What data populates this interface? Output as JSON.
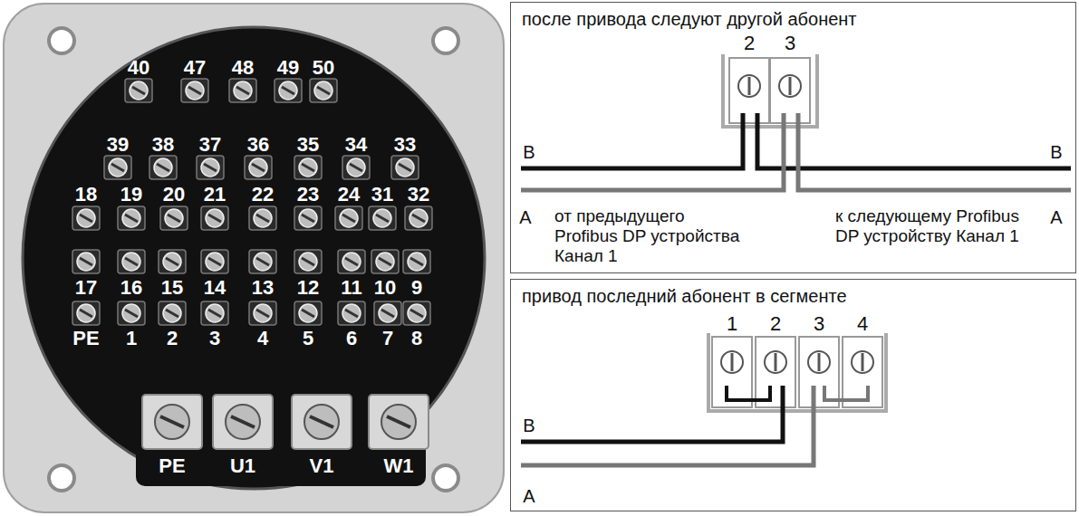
{
  "diagram": {
    "nodes": [
      {
        "text": [
          "после привода следуют другой абонент"
        ]
      },
      {
        "text": [
          "привод последний абонент в сегменте"
        ]
      }
    ],
    "labels": [
      "40",
      "47",
      "48",
      "49",
      "50",
      "39",
      "38",
      "37",
      "36",
      "35",
      "34",
      "33",
      "18",
      "19",
      "20",
      "21",
      "22",
      "23",
      "24",
      "31",
      "32",
      "17",
      "16",
      "15",
      "14",
      "13",
      "12",
      "11",
      "10",
      "9",
      "PE",
      "1",
      "2",
      "3",
      "4",
      "5",
      "6",
      "7",
      "8",
      "PE",
      "U1",
      "V1",
      "W1",
      "2",
      "3",
      "B",
      "B",
      "A",
      "от предыдущего Profibus DP устройства Канал 1",
      "к следующему Profibus DP устройству Канал 1",
      "A",
      "1",
      "2",
      "3",
      "4",
      "B",
      "A"
    ]
  }
}
